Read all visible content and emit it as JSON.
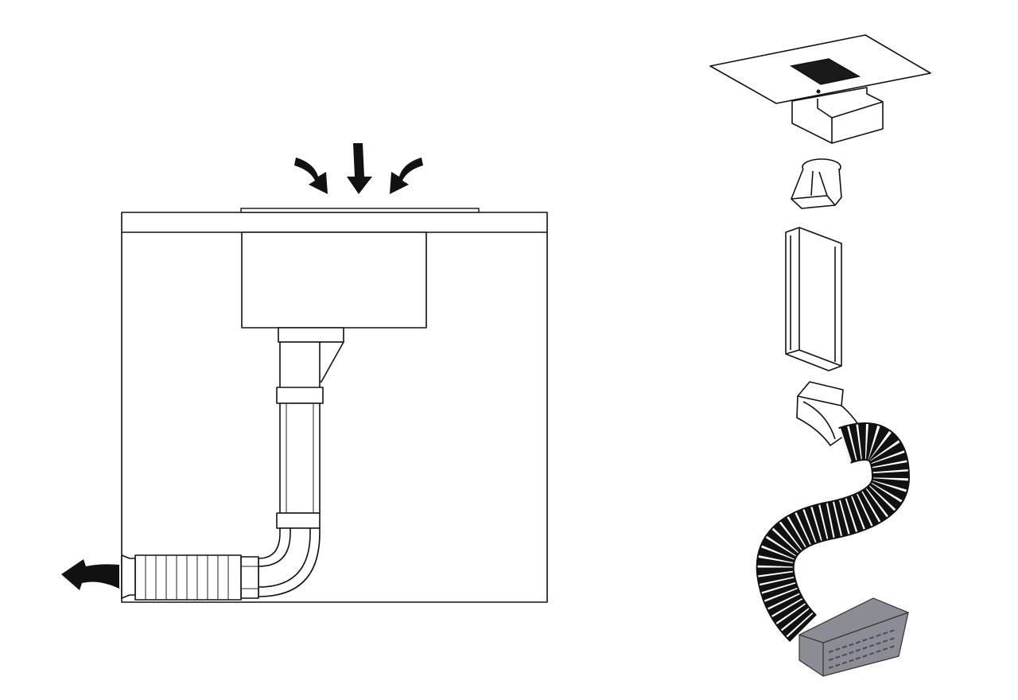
{
  "diagram": {
    "views": [
      "cross-section",
      "exploded-view"
    ],
    "colors": {
      "line": "#111111",
      "background": "#ffffff",
      "outlet_box": "#8a8d93",
      "grille": "#1a1a1a"
    },
    "icons": [
      "airflow-in-arrow",
      "airflow-out-arrow"
    ]
  }
}
